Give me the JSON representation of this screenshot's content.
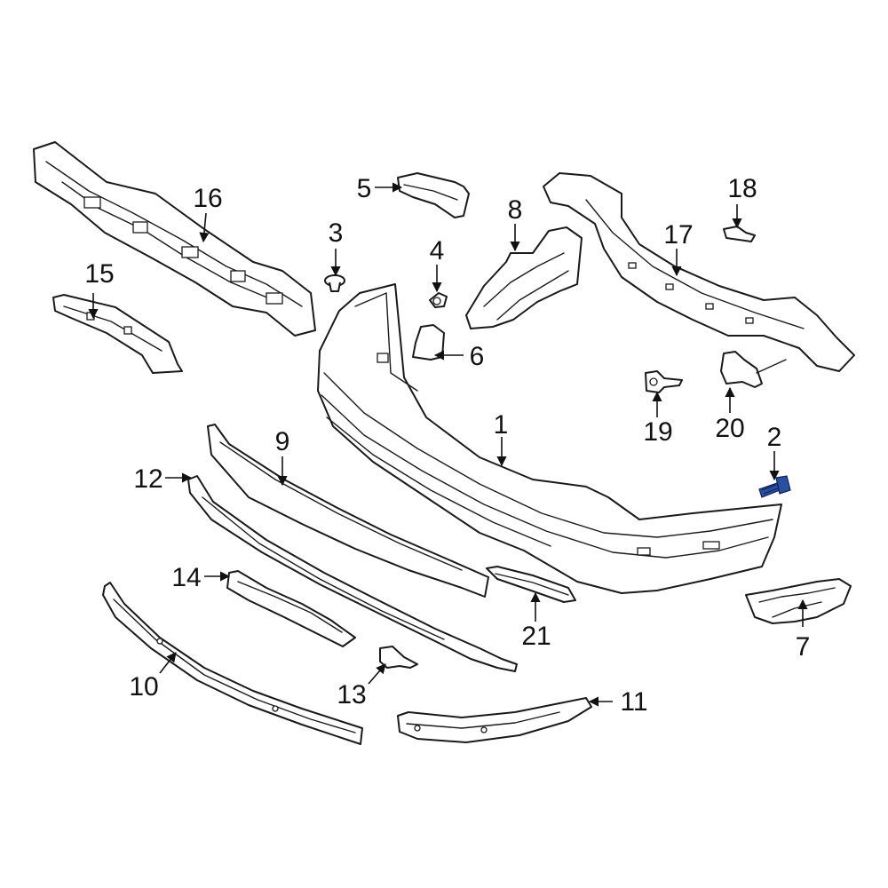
{
  "callouts": [
    "1",
    "2",
    "3",
    "4",
    "5",
    "6",
    "7",
    "8",
    "9",
    "10",
    "11",
    "12",
    "13",
    "14",
    "15",
    "16",
    "17",
    "18",
    "19",
    "20",
    "21"
  ],
  "colors": {
    "line": "#1a1a1a",
    "background": "#ffffff",
    "highlight_part": "#2b4fa0"
  },
  "highlighted_part": "2"
}
